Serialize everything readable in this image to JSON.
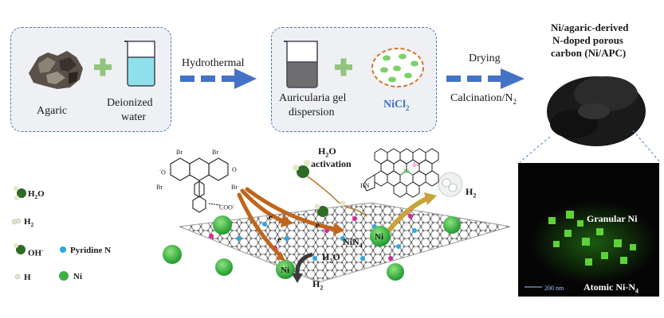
{
  "top": {
    "agaric": "Agaric",
    "water_line1": "Deionized",
    "water_line2": "water",
    "step1": "Hydrothermal",
    "gel_line1": "Auricularia gel",
    "gel_line2": "dispersion",
    "salt": "NiCl",
    "salt_sub": "2",
    "step2_top": "Drying",
    "step2_bottom": "Calcination/N",
    "step2_bottom_sub": "2",
    "product_line1": "Ni/agaric-derived",
    "product_line2": "N-doped porous",
    "product_line3": "carbon (Ni/APC)"
  },
  "legend": {
    "h2o": "H",
    "h2o_sub": "2",
    "h2o_end": "O",
    "h2": "H",
    "h2_sub": "2",
    "oh": "OH",
    "oh_sup": "-",
    "pyridine": "Pyridine N",
    "h": "H",
    "ni": "Ni"
  },
  "mechanism": {
    "activation_line1": "H",
    "activation_sub": "2",
    "activation_line1_end": "O",
    "activation_line2": "activation",
    "h2_out": "H",
    "h2_out_sub": "2",
    "nin4": "NiN",
    "nin4_sub": "4",
    "h2o_mid": "H",
    "h2o_mid_sub": "2",
    "h2o_mid_end": "O",
    "h2_bottom": "H",
    "h2_bottom_sub": "2",
    "electron": "e",
    "electron_sup": "-",
    "ni_label": "Ni",
    "delta": "δ+",
    "coo": "COO",
    "coo_sup": "-",
    "br": "Br",
    "ominus": "O",
    "o": "O",
    "nh": "HN",
    "n": "N",
    "ni_center": "Ni"
  },
  "tem": {
    "granular": "Granular Ni",
    "atomic": "Atomic Ni-N",
    "atomic_sub": "4",
    "scale": "200 nm"
  },
  "colors": {
    "panel_border": "#4a78c8",
    "panel_fill": "#eef0f3",
    "arrow_blue": "#4472c4",
    "plus_green": "#92c47d",
    "ni_green": "#3cb043",
    "graphene": "#8a8a8a",
    "pyridine_n": "#2aa9e0",
    "pink_n": "#d6259e",
    "tem_bg": "#050505"
  }
}
